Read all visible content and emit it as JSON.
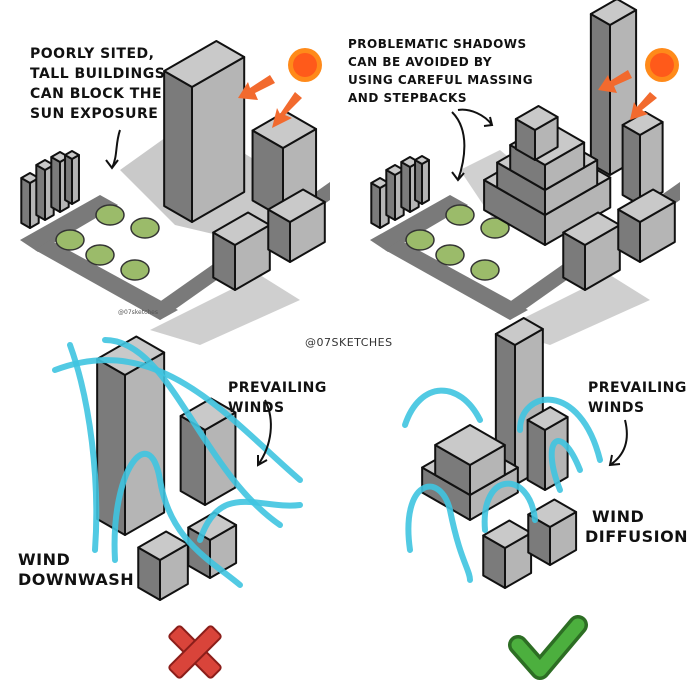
{
  "credit": "@07SKETCHES",
  "watermark": "@07sketches",
  "panels": {
    "sun_bad": {
      "lines": [
        "POORLY SITED,",
        "TALL BUILDINGS",
        "CAN BLOCK THE",
        "SUN EXPOSURE"
      ]
    },
    "sun_good": {
      "lines": [
        "PROBLEMATIC SHADOWS",
        "CAN BE AVOIDED BY",
        "USING CAREFUL MASSING",
        "AND STEPBACKS"
      ]
    },
    "wind_bad": {
      "winds": [
        "PREVAILING",
        "WINDS"
      ],
      "effect": [
        "WIND",
        "DOWNWASH"
      ]
    },
    "wind_good": {
      "winds": [
        "PREVAILING",
        "WINDS"
      ],
      "effect": [
        "WIND",
        "DIFFUSION"
      ]
    }
  },
  "verdicts": {
    "bad": "x-mark-icon",
    "good": "check-mark-icon"
  },
  "colors": {
    "sun": "#ff6a1a",
    "arrow": "#f26a2e",
    "wind": "#3fc4e0",
    "tree": "#9bbb6a",
    "bad": "#d9443a",
    "good": "#4caf3e"
  }
}
